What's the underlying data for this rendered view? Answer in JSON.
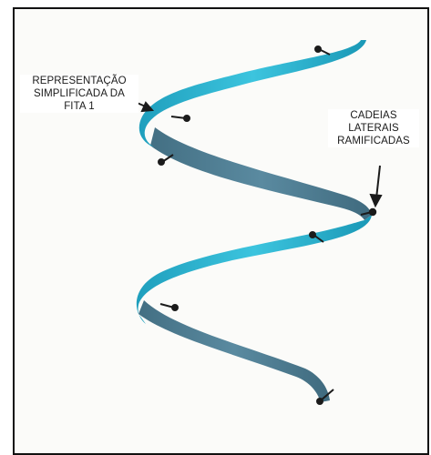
{
  "labels": {
    "strand": [
      "REPRESENTAÇÃO",
      "SIMPLIFICADA DA",
      "FITA 1"
    ],
    "side_chains": [
      "CADEIAS",
      "LATERAIS",
      "RAMIFICADAS"
    ]
  },
  "colors": {
    "ribbon_front": "#2bb2cf",
    "ribbon_back": "#4c7f95",
    "side_chain": "#1b1b1b",
    "arrow": "#1b1b1b",
    "frame": "#111111"
  }
}
